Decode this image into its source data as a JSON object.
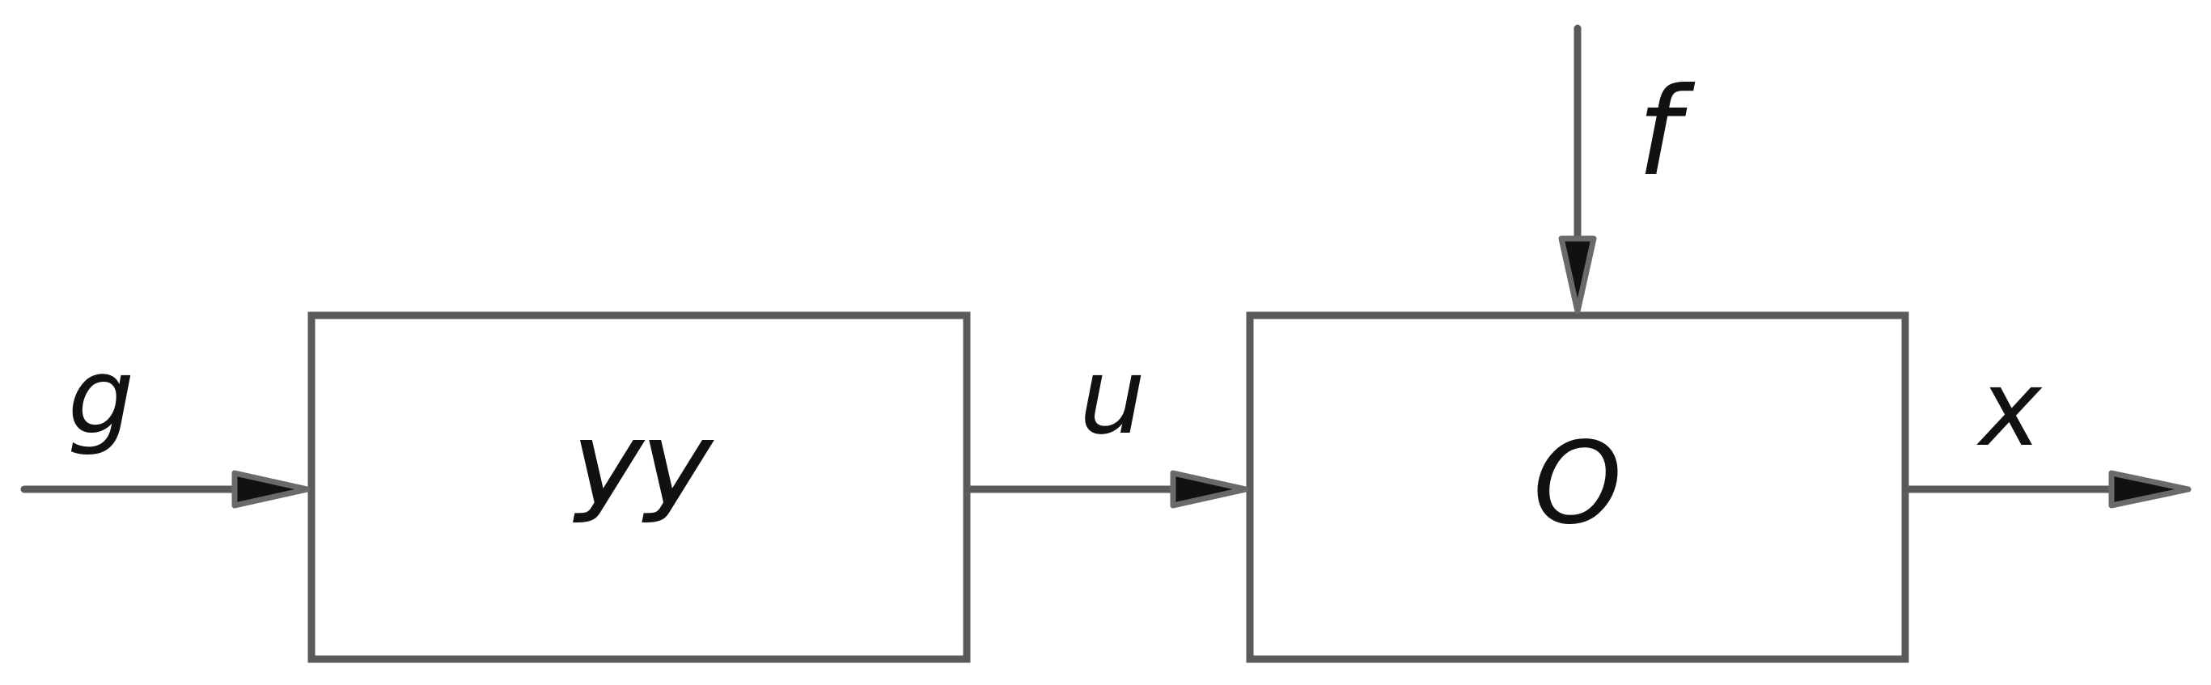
{
  "diagram": {
    "blocks": {
      "controller": {
        "label": "УУ"
      },
      "plant": {
        "label": "О"
      }
    },
    "signals": {
      "setpoint": {
        "label": "g"
      },
      "control": {
        "label": "u"
      },
      "disturbance": {
        "label": "f"
      },
      "output": {
        "label": "x"
      }
    },
    "colors": {
      "stroke": "#5a5a5a",
      "arrowhead": "#111111",
      "text": "#111111",
      "background": "#ffffff"
    }
  }
}
